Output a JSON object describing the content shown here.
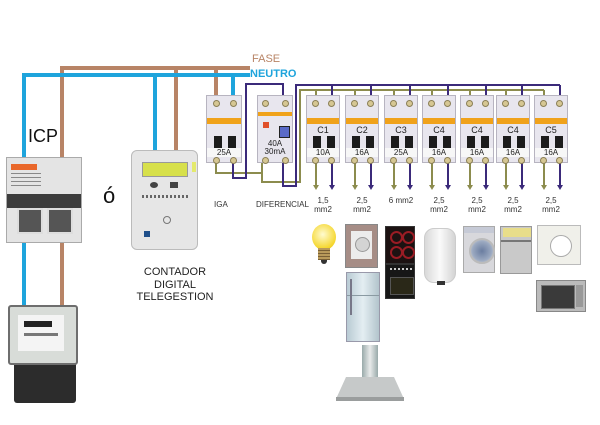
{
  "legend": {
    "phase_label": "FASE",
    "neutral_label": "NEUTRO",
    "phase_color": "#b88466",
    "neutral_color": "#1ea4dc",
    "circuit_phase_color": "#8c8c4e",
    "circuit_neutral_color": "#3b2a7a"
  },
  "left": {
    "icp_label": "ICP",
    "or_label": "ó",
    "digital_meter_label": [
      "CONTADOR",
      "DIGITAL",
      "TELEGESTION"
    ]
  },
  "panel": {
    "iga": {
      "label": "IGA",
      "rating": "25A"
    },
    "differential": {
      "label": "DIFERENCIAL",
      "rating": "40A",
      "sensitivity": "30mA"
    },
    "circuits": [
      {
        "name": "C1",
        "rating": "10A",
        "cable": [
          "1,5",
          "mm2"
        ],
        "loads": [
          "light-bulb"
        ]
      },
      {
        "name": "C2",
        "rating": "16A",
        "cable": [
          "2,5",
          "mm2"
        ],
        "loads": [
          "wall-socket",
          "fridge",
          "extractor-hood"
        ]
      },
      {
        "name": "C3",
        "rating": "25A",
        "cable": [
          "6 mm2",
          ""
        ],
        "loads": [
          "ceramic-hob",
          "oven"
        ]
      },
      {
        "name": "C4",
        "rating": "16A",
        "cable": [
          "2,5",
          "mm2"
        ],
        "loads": [
          "water-heater"
        ]
      },
      {
        "name": "C4",
        "rating": "16A",
        "cable": [
          "2,5",
          "mm2"
        ],
        "loads": [
          "washing-machine"
        ]
      },
      {
        "name": "C4",
        "rating": "16A",
        "cable": [
          "2,5",
          "mm2"
        ],
        "loads": [
          "dishwasher"
        ]
      },
      {
        "name": "C5",
        "rating": "16A",
        "cable": [
          "2,5",
          "mm2"
        ],
        "loads": [
          "wall-socket",
          "microwave"
        ]
      }
    ]
  }
}
